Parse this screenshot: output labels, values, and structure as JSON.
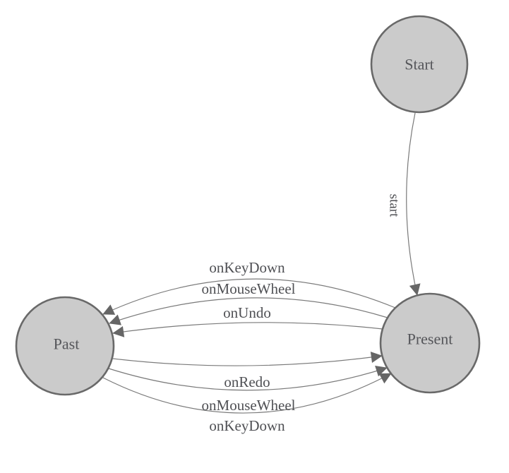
{
  "diagram": {
    "type": "state-machine",
    "background_color": "#ffffff",
    "colors": {
      "node_fill": "#cbcbcb",
      "node_border": "#696969",
      "edge_line": "#7a7a7a",
      "arrowhead": "#666666",
      "label_text": "#4f5054"
    },
    "nodes": [
      {
        "id": "start",
        "label": "Start"
      },
      {
        "id": "past",
        "label": "Past"
      },
      {
        "id": "present",
        "label": "Present"
      }
    ],
    "edges": [
      {
        "from": "Start",
        "to": "Present",
        "label": "start"
      },
      {
        "from": "Present",
        "to": "Past",
        "label": "onKeyDown"
      },
      {
        "from": "Present",
        "to": "Past",
        "label": "onMouseWheel"
      },
      {
        "from": "Present",
        "to": "Past",
        "label": "onUndo"
      },
      {
        "from": "Past",
        "to": "Present",
        "label": "onRedo"
      },
      {
        "from": "Past",
        "to": "Present",
        "label": "onMouseWheel"
      },
      {
        "from": "Past",
        "to": "Present",
        "label": "onKeyDown"
      }
    ]
  }
}
